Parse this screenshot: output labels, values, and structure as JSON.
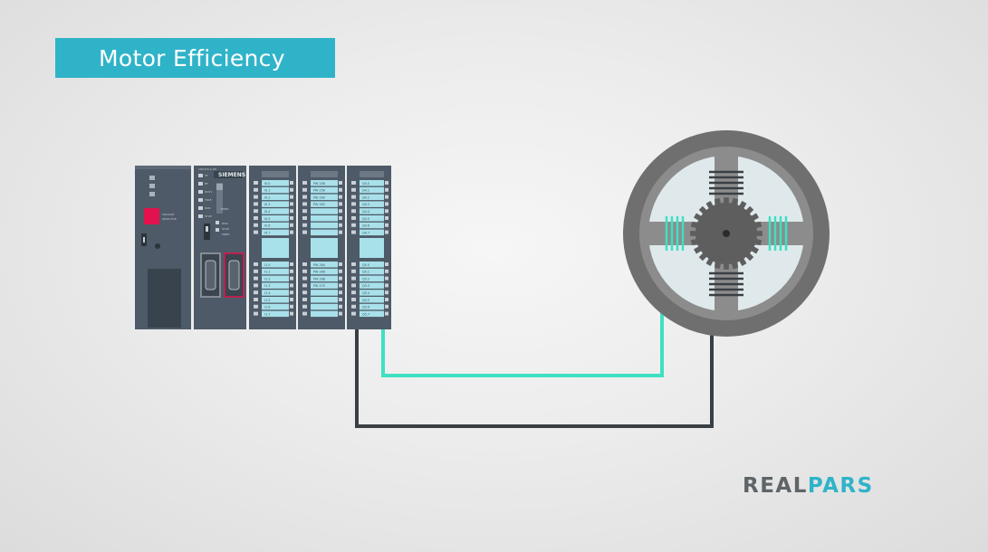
{
  "header": {
    "title": "Motor Efficiency"
  },
  "plc": {
    "power_supply_label": "VOLTAGE\nSELECTOR",
    "cpu_model": "CPU315-2 DP",
    "cpu_brand": "SIEMENS",
    "cpu_leds": [
      "SF",
      "BF",
      "DC5V",
      "FRCE",
      "RUN",
      "STOP"
    ],
    "cpu_switch": [
      "RUN",
      "STOP",
      "MRES"
    ],
    "di_labels_top": [
      "I0.0",
      "I0.1",
      "I0.2",
      "I0.3",
      "I0.4",
      "I0.5",
      "I0.6",
      "I0.7"
    ],
    "di_labels_bottom": [
      "I1.0",
      "I1.1",
      "I1.2",
      "I1.3",
      "I1.4",
      "I1.5",
      "I1.6",
      "I1.7"
    ],
    "mod3_labels": [
      "PW 256",
      "PW 258",
      "PW 260",
      "PW 262",
      "PW 264",
      "PW 266",
      "PW 268",
      "PW 270"
    ],
    "do_labels_top": [
      "Q4.0",
      "Q4.1",
      "Q4.2",
      "Q4.3",
      "Q4.4",
      "Q4.5",
      "Q4.6",
      "Q4.7"
    ],
    "do_labels_bottom": [
      "Q5.0",
      "Q5.1",
      "Q5.2",
      "Q5.3",
      "Q5.4",
      "Q5.5",
      "Q5.6",
      "Q5.7"
    ]
  },
  "colors": {
    "accent": "#2fb3c9",
    "wire_active": "#3fe0c1",
    "wire_dark": "#3a3f44",
    "plc_body": "#4e5a67",
    "motor_outer": "#6f6f6f",
    "motor_ring": "#8c8c8c",
    "motor_inner": "#dfe9ec"
  },
  "brand": {
    "part1": "REAL",
    "part2": "PARS"
  }
}
